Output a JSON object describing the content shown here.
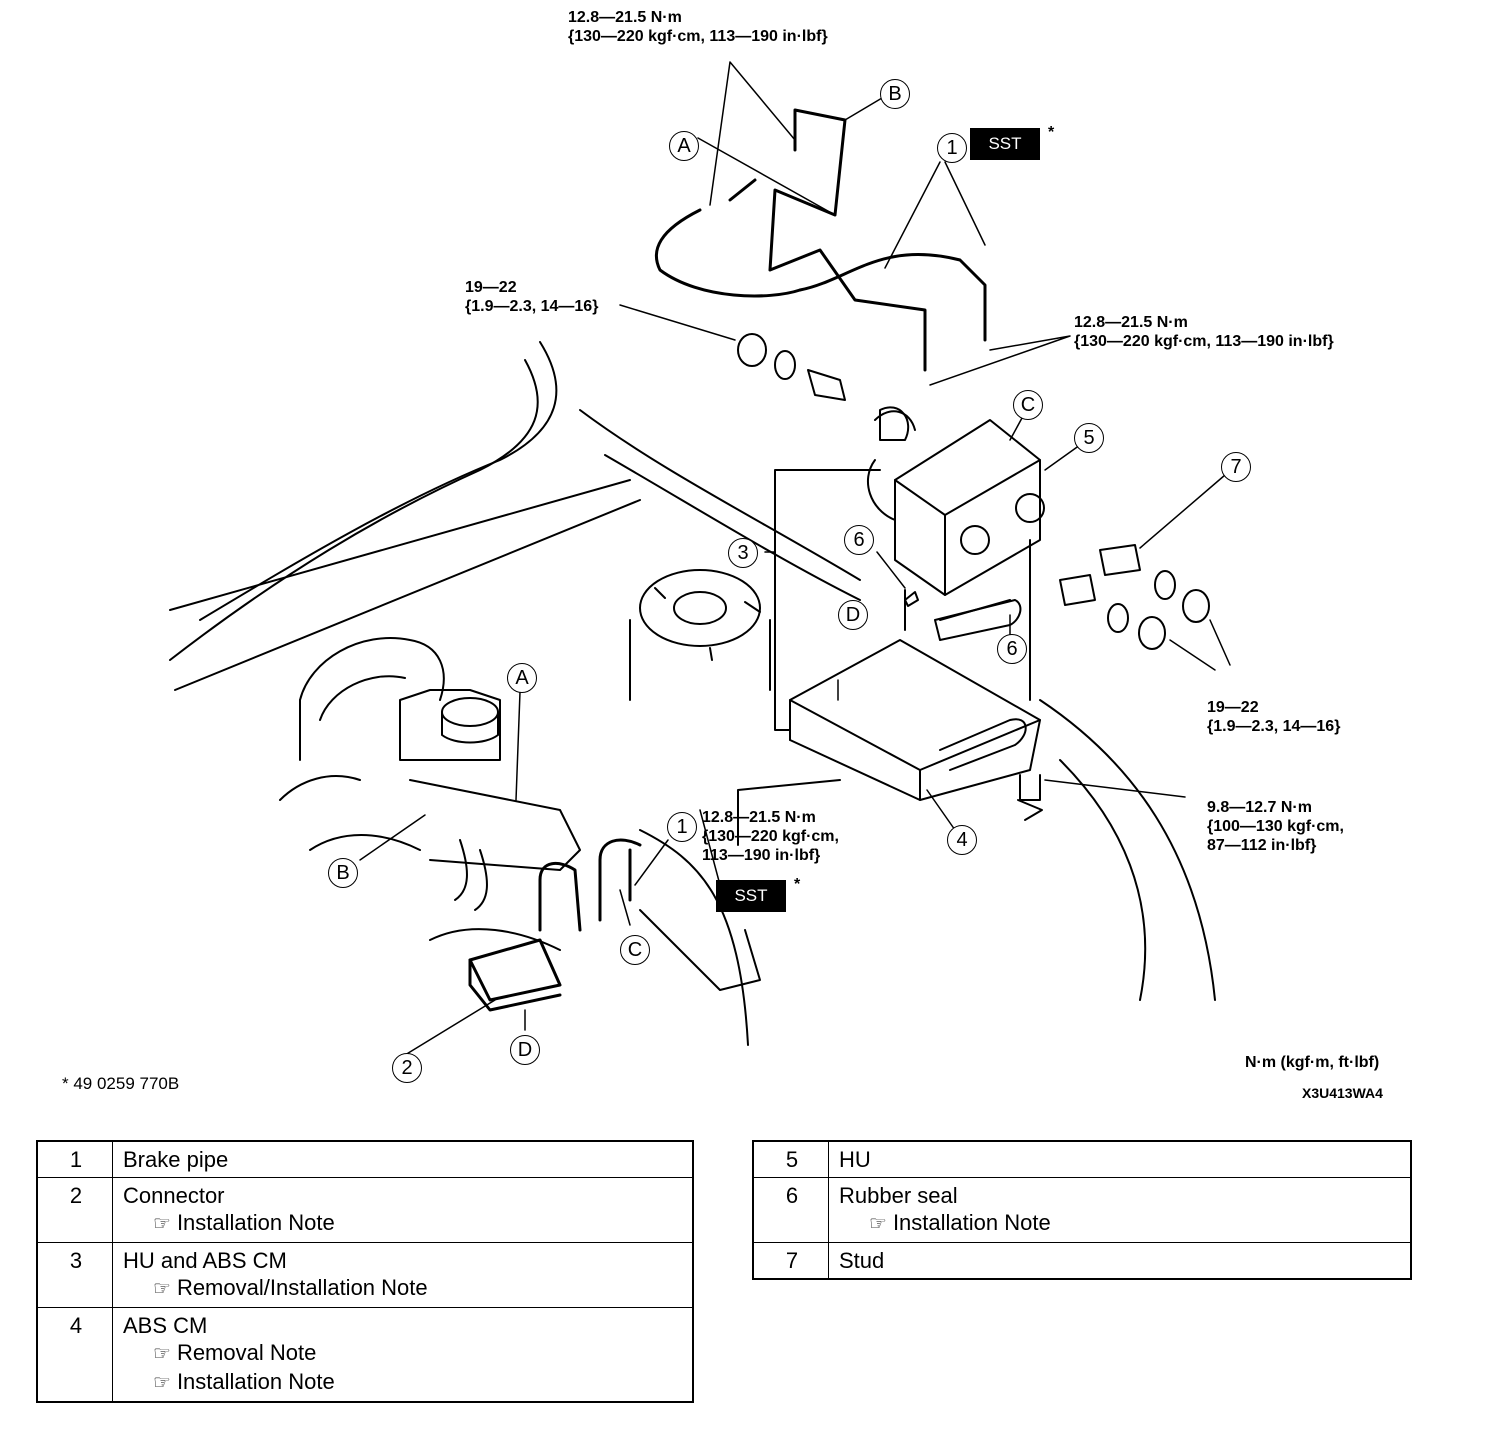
{
  "torque_specs": {
    "top": [
      "12.8—21.5 N·m",
      "{130—220 kgf·cm, 113—190 in·lbf}"
    ],
    "left_nut": [
      "19—22",
      "{1.9—2.3, 14—16}"
    ],
    "right_pipe": [
      "12.8—21.5 N·m",
      "{130—220 kgf·cm, 113—190 in·lbf}"
    ],
    "right_nuts": [
      "19—22",
      "{1.9—2.3, 14—16}"
    ],
    "bolt": [
      "9.8—12.7 N·m",
      "{100—130 kgf·cm,",
      "87—112 in·lbf}"
    ],
    "lower_pipe": [
      "12.8—21.5 N·m",
      "{130—220 kgf·cm,",
      "113—190 in·lbf}"
    ]
  },
  "callouts": {
    "a": "A",
    "b": "B",
    "c": "C",
    "d": "D",
    "n1": "1",
    "n2": "2",
    "n3": "3",
    "n4": "4",
    "n5": "5",
    "n6": "6",
    "n7": "7"
  },
  "sst_label": "SST",
  "asterisk": "*",
  "footnote": "* 49 0259 770B",
  "units_note": "N·m (kgf·m, ft·lbf)",
  "figure_code": "X3U413WA4",
  "parts_left": [
    {
      "num": "1",
      "name": "Brake pipe",
      "notes": []
    },
    {
      "num": "2",
      "name": "Connector",
      "notes": [
        "Installation Note"
      ]
    },
    {
      "num": "3",
      "name": "HU and ABS CM",
      "notes": [
        "Removal/Installation Note"
      ]
    },
    {
      "num": "4",
      "name": "ABS CM",
      "notes": [
        "Removal Note",
        "Installation Note"
      ]
    }
  ],
  "parts_right": [
    {
      "num": "5",
      "name": "HU",
      "notes": []
    },
    {
      "num": "6",
      "name": "Rubber seal",
      "notes": [
        "Installation Note"
      ]
    },
    {
      "num": "7",
      "name": "Stud",
      "notes": []
    }
  ]
}
